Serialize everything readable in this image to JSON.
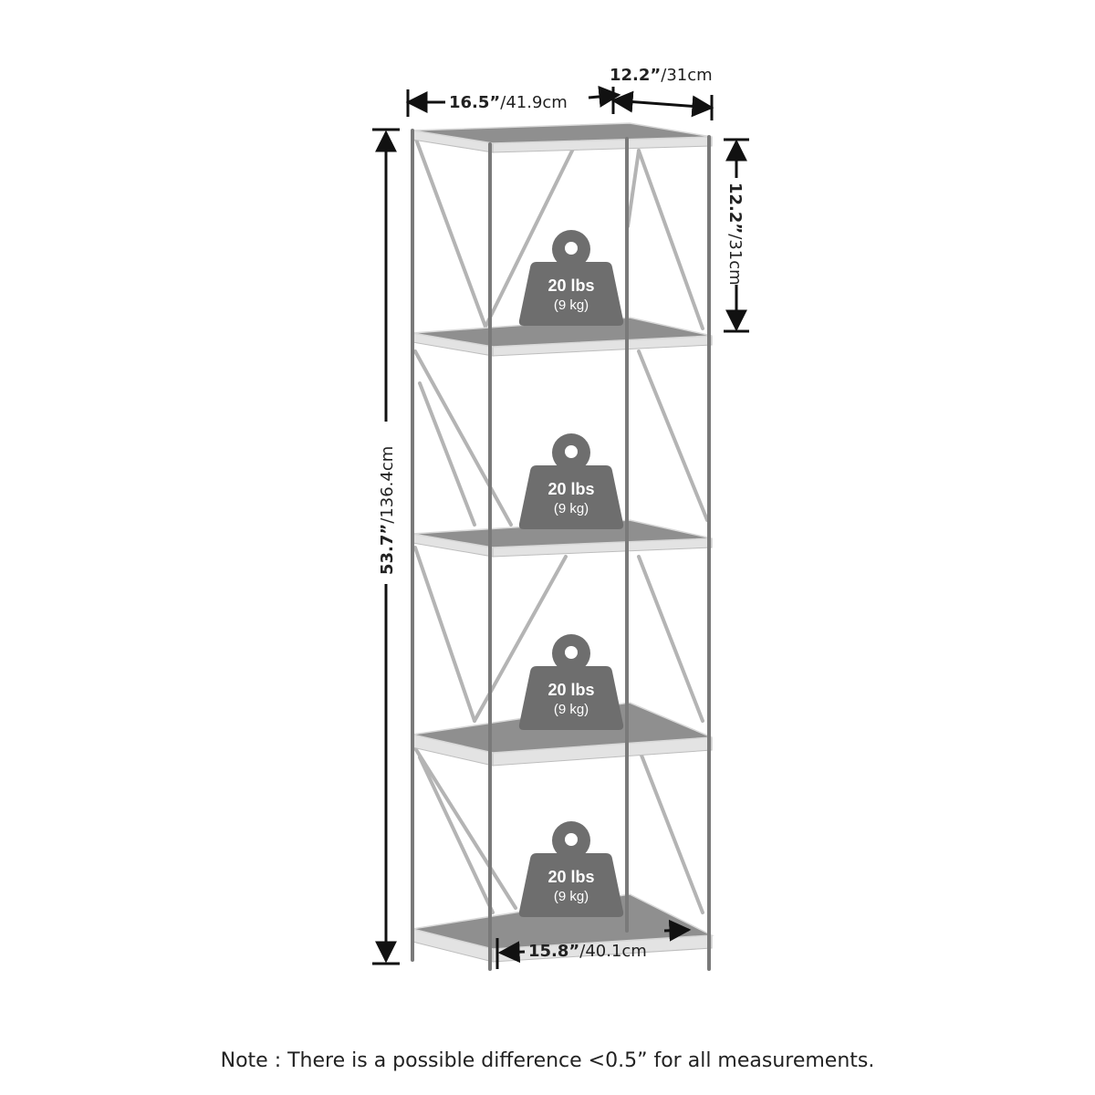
{
  "dimensions": {
    "top_width": {
      "bold": "16.5”",
      "rest": "/41.9cm"
    },
    "top_depth": {
      "bold": "12.2”",
      "rest": "/31cm"
    },
    "shelf_gap": {
      "bold": "12.2”",
      "rest": "/31cm"
    },
    "total_height": {
      "bold": "53.7”",
      "rest": "/136.4cm"
    },
    "bottom_inner_width": {
      "bold": "15.8”",
      "rest": "/40.1cm"
    }
  },
  "weight_capacities": [
    {
      "main": "20 lbs",
      "sub": "(9 kg)"
    },
    {
      "main": "20 lbs",
      "sub": "(9 kg)"
    },
    {
      "main": "20 lbs",
      "sub": "(9 kg)"
    },
    {
      "main": "20 lbs",
      "sub": "(9 kg)"
    }
  ],
  "note": "Note : There is a possible difference <0.5” for all measurements.",
  "colors": {
    "shelf_top": "#8f8f8f",
    "shelf_edge": "#e3e3e3",
    "frame": "#7a7a7a",
    "brace": "#b4b4b4",
    "weight_icon": "#6e6e6e",
    "dimension_line": "#111111"
  }
}
